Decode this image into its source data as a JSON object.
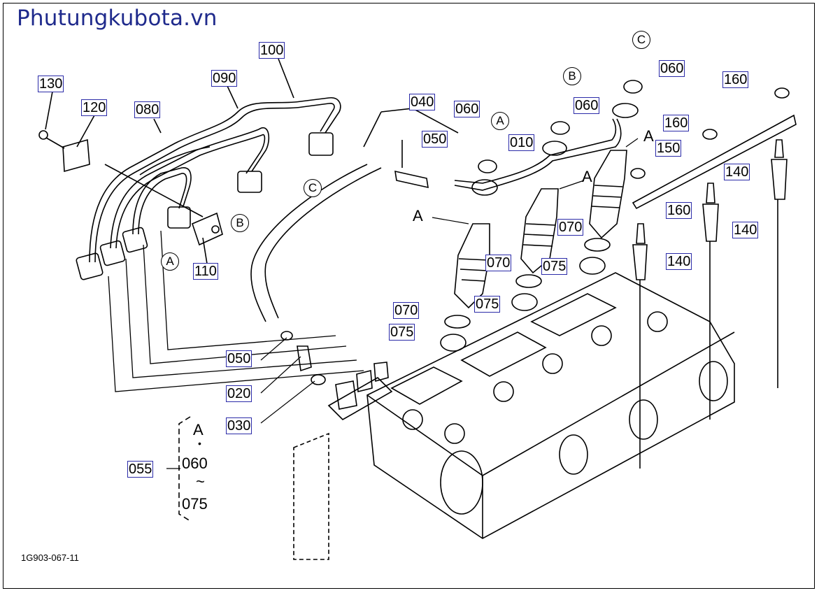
{
  "brand": {
    "text": "Phutungkubota.vn"
  },
  "drawing_code": "1G903-067-11",
  "callouts": {
    "p100": "100",
    "p090": "090",
    "p080": "080",
    "p130": "130",
    "p120": "120",
    "p110": "110",
    "p040": "040",
    "p050_top": "050",
    "p060_a": "060",
    "p010": "010",
    "p060_b": "060",
    "p060_c": "060",
    "p160_a": "160",
    "p160_b": "160",
    "p160_c": "160",
    "p150": "150",
    "p140_a": "140",
    "p140_b": "140",
    "p140_c": "140",
    "p070_a": "070",
    "p075_a": "075",
    "p070_b": "070",
    "p075_b": "075",
    "p070_c": "070",
    "p075_c": "075",
    "p050_bottom": "050",
    "p020": "020",
    "p030": "030",
    "p055": "055"
  },
  "connectors": {
    "circle_a_top": "A",
    "circle_a_bottom": "A",
    "circle_b_top": "B",
    "circle_b_bottom": "B",
    "circle_c_top": "C",
    "circle_c_bottom": "C",
    "arrow_a_1": "A",
    "arrow_a_2": "A",
    "arrow_a_3": "A"
  },
  "kit_group": {
    "line1": "A",
    "line2": "060",
    "line3": "~",
    "line4": "075"
  }
}
